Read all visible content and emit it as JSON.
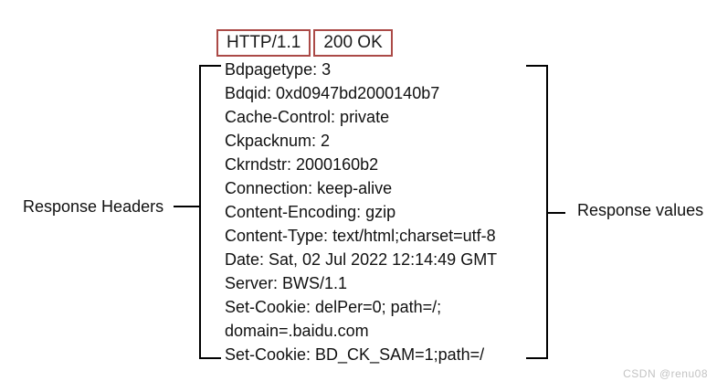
{
  "status_line": {
    "http_version": "HTTP/1.1",
    "status_code": "200 OK"
  },
  "headers": [
    "Bdpagetype: 3",
    "Bdqid: 0xd0947bd2000140b7",
    "Cache-Control: private",
    "Ckpacknum: 2",
    "Ckrndstr: 2000160b2",
    "Connection: keep-alive",
    "Content-Encoding: gzip",
    "Content-Type: text/html;charset=utf-8",
    "Date: Sat, 02 Jul 2022 12:14:49 GMT",
    "Server: BWS/1.1",
    "Set-Cookie: delPer=0; path=/;",
    "domain=.baidu.com",
    "Set-Cookie: BD_CK_SAM=1;path=/"
  ],
  "labels": {
    "left": "Response Headers",
    "right": "Response values"
  },
  "watermark": "CSDN @renu08",
  "colors": {
    "status_box_border": "#ab4a47",
    "bracket": "#000000",
    "text": "#111111",
    "watermark": "#c3c3c3",
    "background": "#ffffff"
  }
}
